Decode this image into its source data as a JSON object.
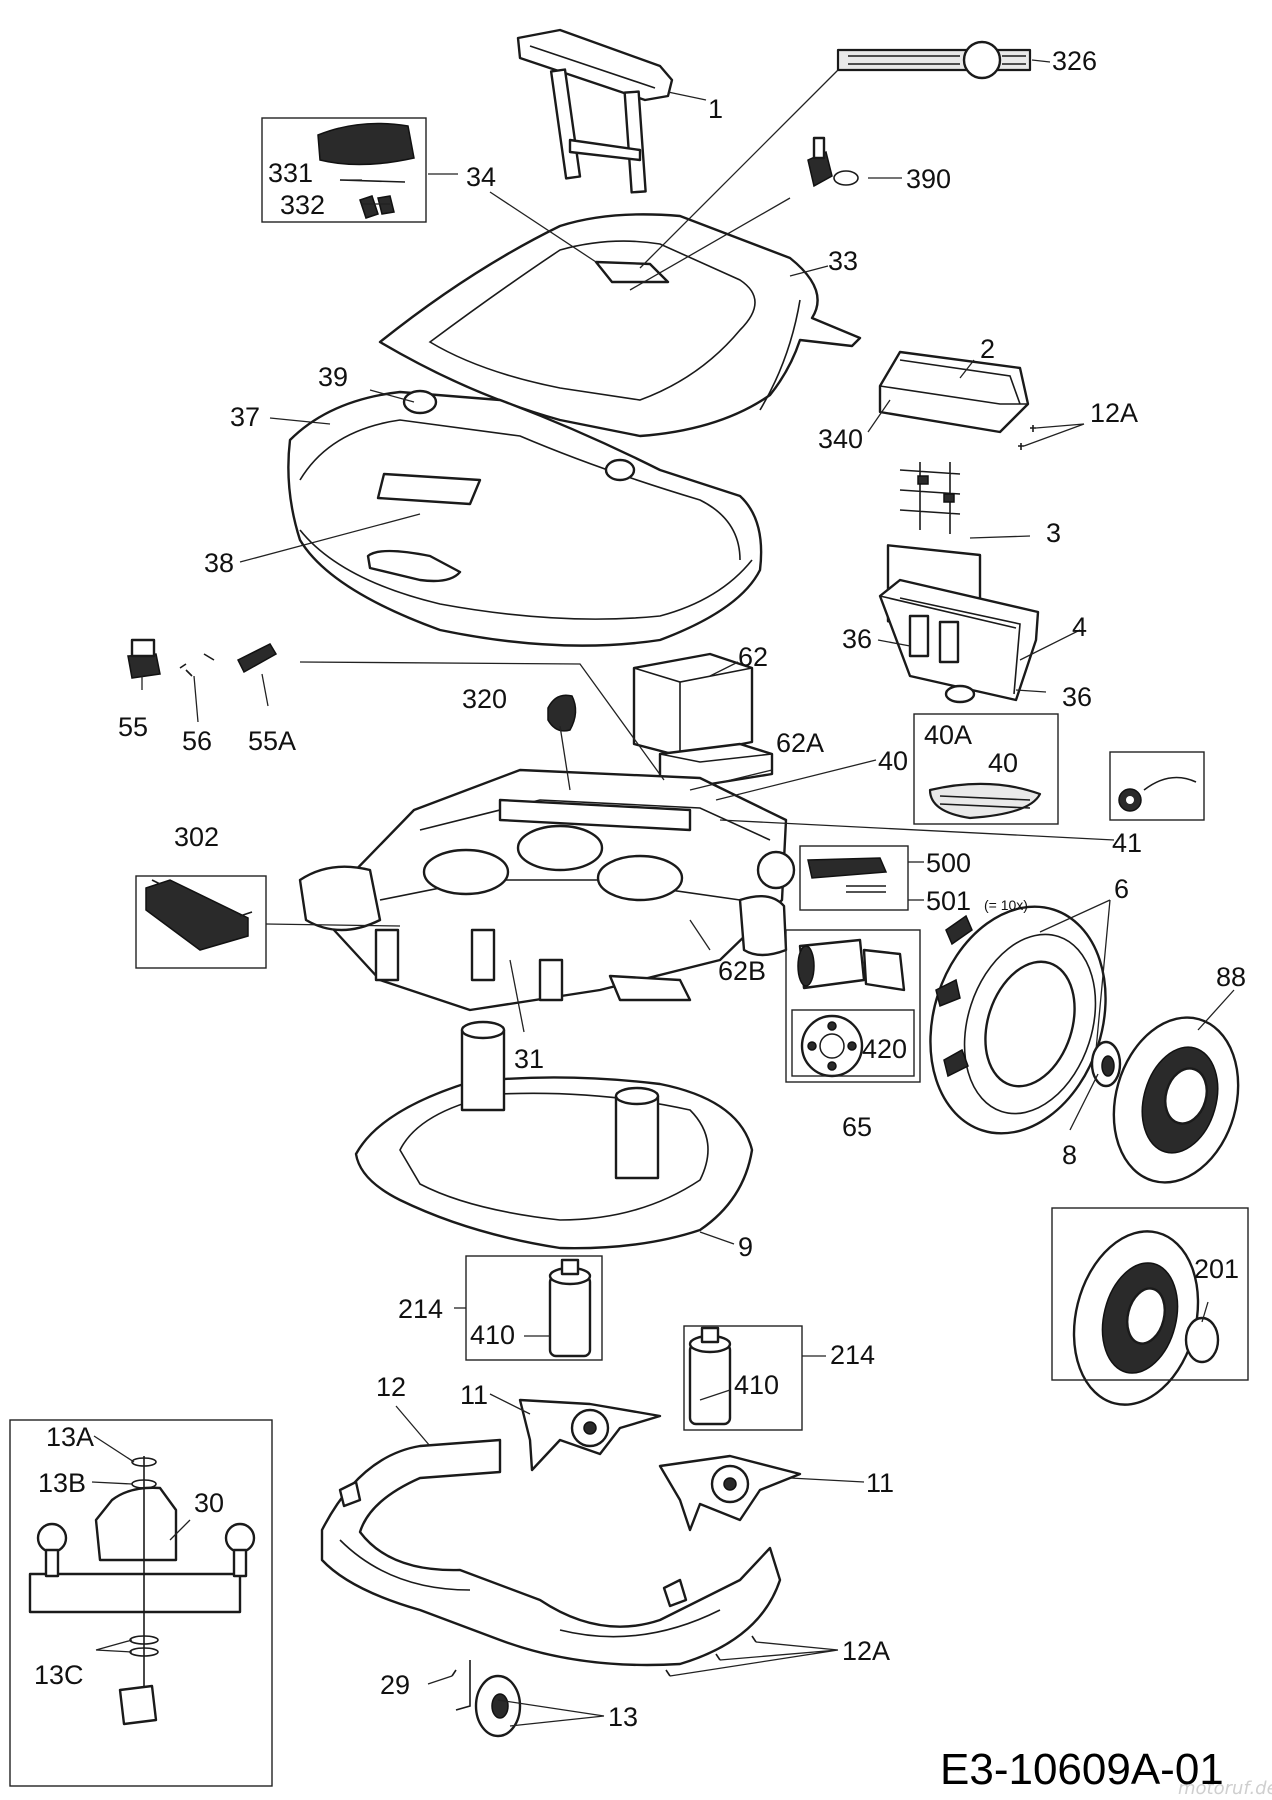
{
  "diagram": {
    "drawing_number": "E3-10609A-01",
    "watermark": "motoruf.de",
    "callout_labels": {
      "p1": "1",
      "p326": "326",
      "p331": "331",
      "p332": "332",
      "p34": "34",
      "p390": "390",
      "p33": "33",
      "p39": "39",
      "p37": "37",
      "p2": "2",
      "p12A_top": "12A",
      "p340": "340",
      "p3": "3",
      "p38": "38",
      "p36_left": "36",
      "p4": "4",
      "p36_right": "36",
      "p62": "62",
      "p55": "55",
      "p56": "56",
      "p55A": "55A",
      "p320": "320",
      "p62A": "62A",
      "p40A": "40A",
      "p40_box": "40",
      "p40": "40",
      "p41": "41",
      "p302": "302",
      "p500": "500",
      "p501": "501",
      "p501_note": "(= 10x)",
      "p6": "6",
      "p62B": "62B",
      "p88": "88",
      "p420": "420",
      "p31": "31",
      "p65": "65",
      "p8": "8",
      "p9": "9",
      "p201": "201",
      "p214_left": "214",
      "p410_left": "410",
      "p214_right": "214",
      "p410_right": "410",
      "p12": "12",
      "p11_top": "11",
      "p11_right": "11",
      "p13A": "13A",
      "p13B": "13B",
      "p30": "30",
      "p13C": "13C",
      "p12A_bottom": "12A",
      "p29": "29",
      "p13": "13"
    }
  }
}
